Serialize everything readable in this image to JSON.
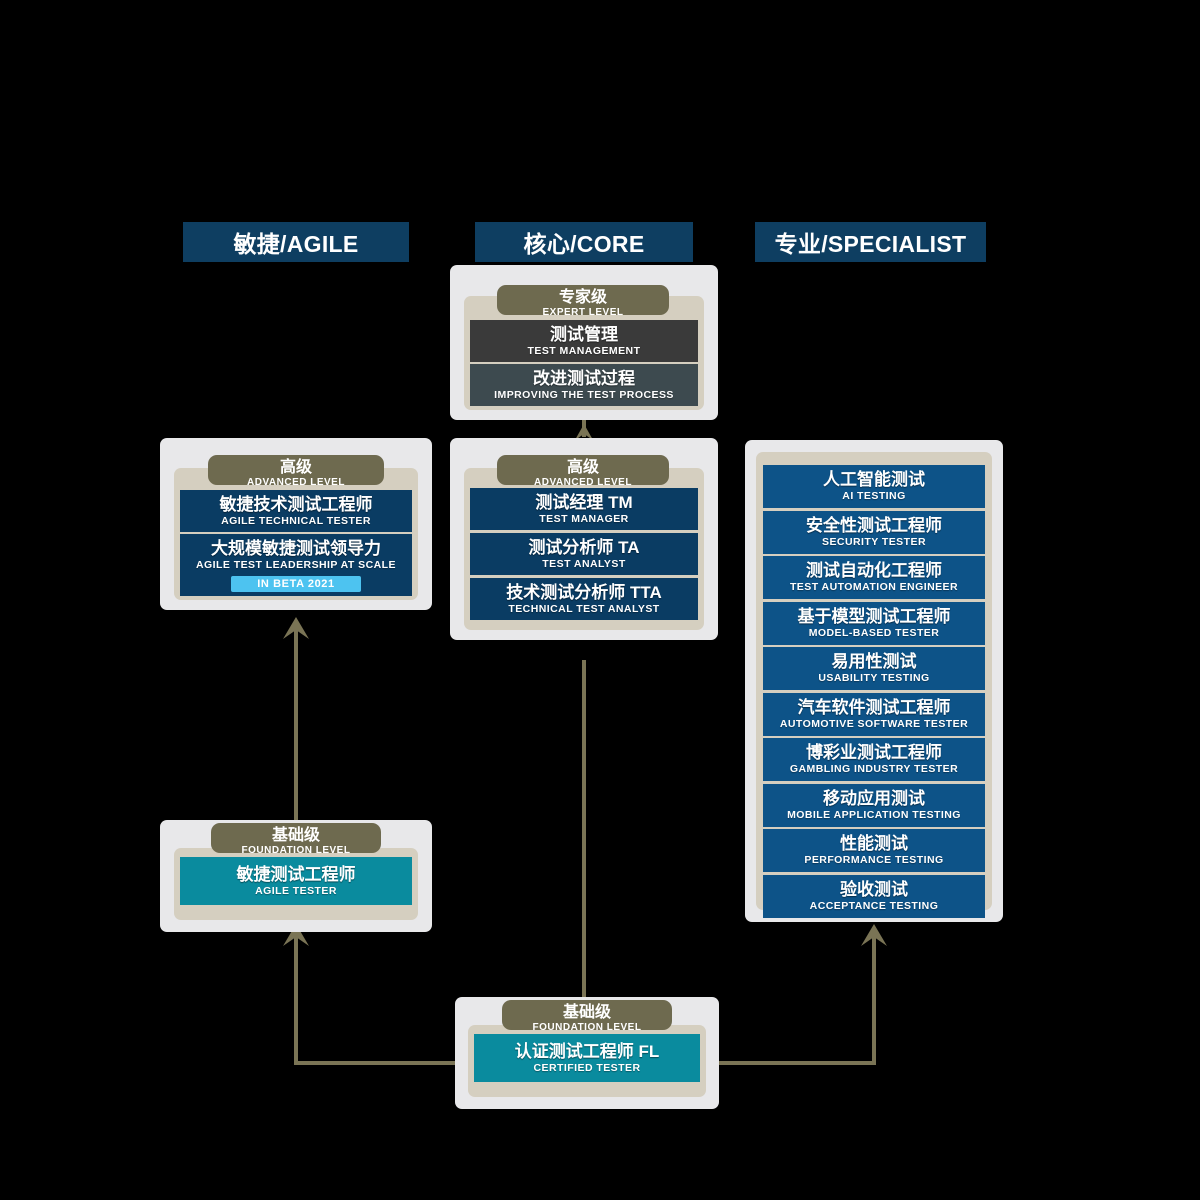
{
  "columns": [
    {
      "id": "agile",
      "label": "敏捷/AGILE"
    },
    {
      "id": "core",
      "label": "核心/CORE"
    },
    {
      "id": "specialist",
      "label": "专业/SPECIALIST"
    }
  ],
  "levels": {
    "expert": {
      "cn": "专家级",
      "en": "EXPERT LEVEL"
    },
    "advanced": {
      "cn": "高级",
      "en": "ADVANCED LEVEL"
    },
    "foundation": {
      "cn": "基础级",
      "en": "FOUNDATION LEVEL"
    }
  },
  "core_expert": [
    {
      "cn": "测试管理",
      "en": "TEST MANAGEMENT"
    },
    {
      "cn": "改进测试过程",
      "en": "IMPROVING THE TEST PROCESS"
    }
  ],
  "agile_advanced": [
    {
      "cn": "敏捷技术测试工程师",
      "en": "AGILE TECHNICAL TESTER"
    },
    {
      "cn": "大规模敏捷测试领导力",
      "en": "AGILE TEST LEADERSHIP AT SCALE",
      "badge": "IN BETA 2021"
    }
  ],
  "core_advanced": [
    {
      "cn": "测试经理 TM",
      "en": "TEST MANAGER"
    },
    {
      "cn": "测试分析师 TA",
      "en": "TEST ANALYST"
    },
    {
      "cn": "技术测试分析师 TTA",
      "en": "TECHNICAL TEST ANALYST"
    }
  ],
  "specialist_items": [
    {
      "cn": "人工智能测试",
      "en": "AI TESTING"
    },
    {
      "cn": "安全性测试工程师",
      "en": "SECURITY TESTER"
    },
    {
      "cn": "测试自动化工程师",
      "en": "TEST AUTOMATION ENGINEER"
    },
    {
      "cn": "基于模型测试工程师",
      "en": "MODEL-BASED TESTER"
    },
    {
      "cn": "易用性测试",
      "en": "USABILITY TESTING"
    },
    {
      "cn": "汽车软件测试工程师",
      "en": "AUTOMOTIVE SOFTWARE TESTER"
    },
    {
      "cn": "博彩业测试工程师",
      "en": "GAMBLING INDUSTRY TESTER"
    },
    {
      "cn": "移动应用测试",
      "en": "MOBILE APPLICATION TESTING"
    },
    {
      "cn": "性能测试",
      "en": "PERFORMANCE TESTING"
    },
    {
      "cn": "验收测试",
      "en": "ACCEPTANCE TESTING"
    }
  ],
  "agile_foundation": {
    "cn": "敏捷测试工程师",
    "en": "AGILE TESTER"
  },
  "core_foundation": {
    "cn": "认证测试工程师 FL",
    "en": "CERTIFIED TESTER"
  },
  "colors": {
    "background": "#000000",
    "header_blue": "#0e3e61",
    "card_grey": "#e8e8ea",
    "frame_beige": "#d5cfc0",
    "level_olive": "#6e6a4f",
    "cert_blue": "#0a3c63",
    "specialist_blue": "#0d5388",
    "teal": "#0a8b9e",
    "expert_dark": "#3a3a3a",
    "expert_slate": "#3d4a4f",
    "badge_blue": "#4dc3f0",
    "connector": "#7a7455"
  }
}
